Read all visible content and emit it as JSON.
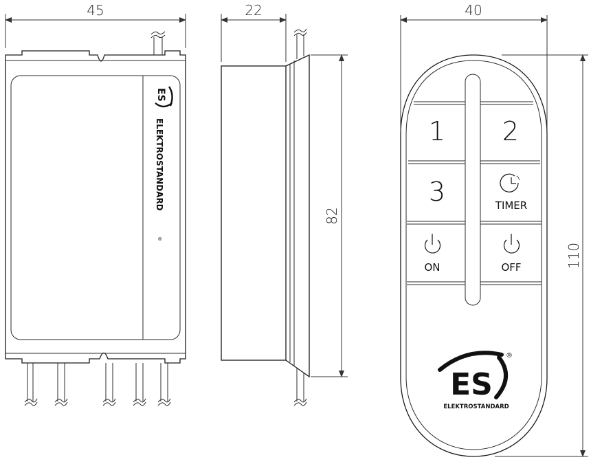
{
  "dimensions": {
    "receiver_width": "45",
    "receiver_depth": "22",
    "receiver_height": "82",
    "remote_width": "40",
    "remote_height": "110"
  },
  "receiver": {
    "brand_logo": "ES",
    "brand_name": "ELEKTROSTANDARD",
    "registered_mark": "®"
  },
  "remote": {
    "buttons": [
      {
        "label": "1"
      },
      {
        "label": "2"
      },
      {
        "label": "3"
      },
      {
        "label": "TIMER",
        "icon": "clock-icon"
      },
      {
        "label": "ON",
        "icon": "power-icon"
      },
      {
        "label": "OFF",
        "icon": "power-icon"
      }
    ],
    "brand_logo": "ES",
    "brand_name": "ELEKTROSTANDARD",
    "registered_mark": "®"
  }
}
